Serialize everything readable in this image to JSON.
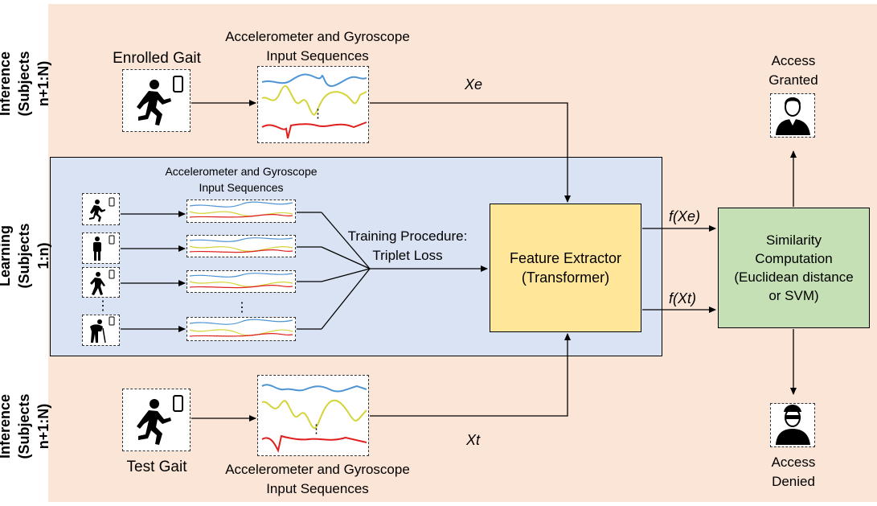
{
  "rows": {
    "inference_top": "Inference (Subjects n+1:N)",
    "learning": "Learning (Subjects 1:n)",
    "inference_bottom": "Inference (Subjects n+1:N)"
  },
  "enrolled_gait_label": "Enrolled Gait",
  "test_gait_label": "Test Gait",
  "sequences_top": [
    "Accelerometer and Gyroscope",
    "Input Sequences"
  ],
  "sequences_learning": [
    "Accelerometer and Gyroscope",
    "Input Sequences"
  ],
  "sequences_bottom": [
    "Accelerometer and Gyroscope",
    "Input Sequences"
  ],
  "training_label": [
    "Training Procedure:",
    "Triplet Loss"
  ],
  "feature_extractor": [
    "Feature Extractor",
    "(Transformer)"
  ],
  "similarity": [
    "Similarity",
    "Computation",
    "(Euclidean distance",
    "or SVM)"
  ],
  "xe": "Xe",
  "xt": "Xt",
  "fxe": "f(Xe)",
  "fxt": "f(Xt)",
  "access_granted": [
    "Access",
    "Granted"
  ],
  "access_denied": [
    "Access",
    "Denied"
  ],
  "ellipsis": "⋮",
  "colors": {
    "background": "#fbe5d6",
    "learning": "#dae3f3",
    "extractor": "#ffe699",
    "similarity": "#c5e0b4",
    "signal_blue": "#4f94d4",
    "signal_yellow": "#d4d43a",
    "signal_red": "#e01f1f"
  }
}
